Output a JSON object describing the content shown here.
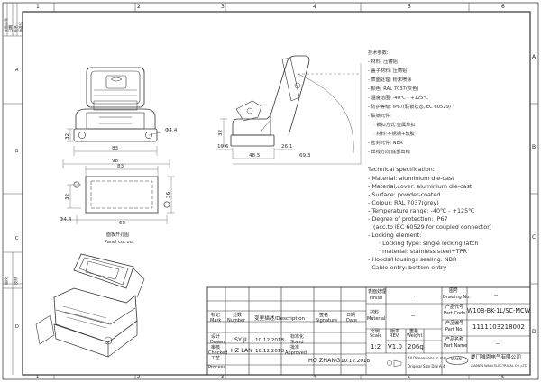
{
  "border": {
    "columns_top": [
      "1",
      "2",
      "3",
      "4",
      "5",
      "6"
    ],
    "rows_left": [
      "A",
      "B",
      "C",
      "D"
    ],
    "stamp_fields": [
      "底图总号",
      "日期",
      "签名",
      "标准化",
      "描校",
      "校对"
    ]
  },
  "dimensions": {
    "front_view": {
      "h_32": "32",
      "diameter": "Φ4.4",
      "w_83": "83",
      "w_98": "98"
    },
    "side_view": {
      "d_32": "32",
      "d_26_1": "26.1",
      "d_19_6": "19.6",
      "d_48_5": "48.5",
      "d_69_3": "69.3"
    },
    "cutout": {
      "w_83": "83",
      "h_32": "32",
      "h_36": "36",
      "w_60": "60",
      "diameter": "Φ4.4"
    }
  },
  "cutout_caption": {
    "cn": "面板开孔图",
    "en": "Panel cut out"
  },
  "spec_cn": {
    "heading": "技术参数:",
    "lines": [
      "- 材料: 压铸铝",
      "- 盖子材料: 压铸铝",
      "- 表面处理: 粉末喷涂",
      "- 颜色: RAL 7037(灰色)",
      "- 温度范围: -40℃ - +125℃",
      "- 防护等级: IP67(联锁状态,IEC 60529)",
      "- 联锁元件:",
      "  · 锁扣方式:金属单扣",
      "  · 材料:不锈钢+软胶",
      "- 密封元件: NBR",
      "- 出线方向:底部出线"
    ]
  },
  "spec_en": {
    "heading": "Technical specification:",
    "lines": [
      "- Material: aluminium die-cast",
      "- Material,cover: aluminium die-cast",
      "- Surface: powder-coated",
      "- Colour: RAL 7037(grey)",
      "- Temperature range: -40℃ - +125℃",
      "- Degree of protection: IP67",
      "  (acc.to IEC 60529 for coupled connector)",
      "- Locking element:",
      "    · Locking type: single locking latch",
      "    · material: stainless steel+TPR",
      "- Hoods/Housings sealing: NBR",
      "- Cable entry: bottom entry"
    ]
  },
  "title_block": {
    "mark_cn": "标记",
    "mark_en": "Mark",
    "number_cn": "处数",
    "number_en": "Number",
    "change_desc": "变更描述/Description",
    "signature_cn": "签名",
    "signature_en": "Signature",
    "date_cn": "日期",
    "date_en": "Date",
    "drawn_cn": "设计",
    "drawn_en": "Drawn",
    "drawn_name": "SY JI",
    "drawn_date": "10.12.2018",
    "checked_cn": "审核",
    "checked_en": "Checked",
    "checked_name": "HZ LAN",
    "checked_date": "10.12.2018",
    "process_cn": "工艺",
    "process_en": "Process",
    "approved_name": "HQ ZHANG",
    "approved_date": "10.12.2018",
    "stand_cn": "标准化",
    "stand_en": "Stand",
    "approved_cn": "批准",
    "approved_en": "Approved",
    "finish_cn": "表面处理",
    "finish_en": "Finish",
    "finish_val": "--",
    "material_cn": "材料",
    "material_en": "Material",
    "material_val": "--",
    "scale_cn": "比例",
    "scale_en": "Scale",
    "scale_val": "1:2",
    "rev_cn": "版本",
    "rev_en": "REV.",
    "rev_val": "V1.0",
    "weight_cn": "重量",
    "weight_en": "Weight",
    "weight_val": "206g",
    "drawing_no_cn": "图号",
    "drawing_no_en": "Drawing No.",
    "drawing_no_val": "--",
    "part_code_cn": "产品代号",
    "part_code_en": "Part Code",
    "part_code_val": "W10B-BK-1L/SC-MCW",
    "part_no_cn": "产品编号",
    "part_no_en": "Part No.",
    "part_no_val": "1111103218002",
    "part_name_cn": "产品名称",
    "part_name_en": "Part Name",
    "part_name_val": "--",
    "units_note_1": "All Dimensions in mm",
    "units_note_2": "Original Size DIN A 4",
    "company_cn": "厦门唯恩电气有限公司",
    "company_en": "XIAMEN WAIN ELECTRICAL CO.,LTD",
    "logo_text": "WAIN"
  }
}
